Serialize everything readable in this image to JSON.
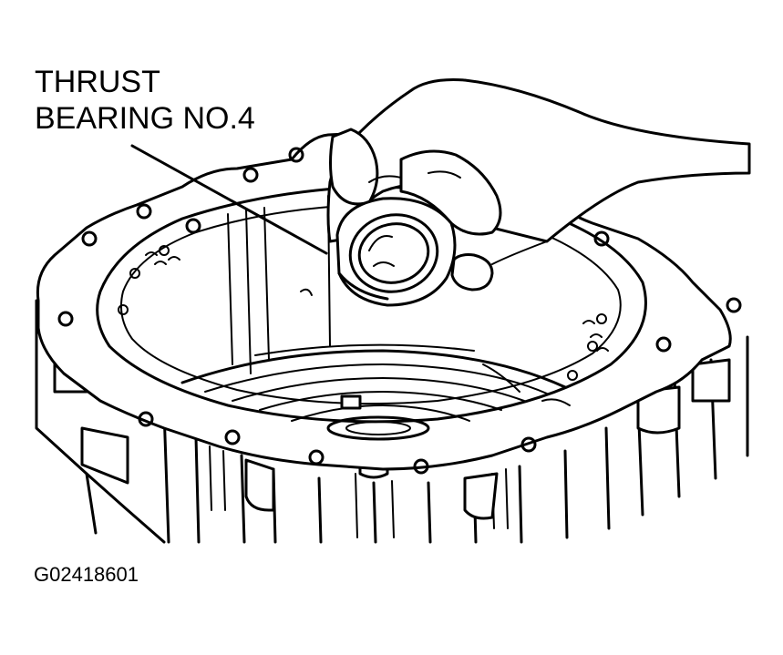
{
  "callout": {
    "line1": "THRUST",
    "line2": "BEARING NO.4"
  },
  "figure_id": "G02418601",
  "colors": {
    "ink": "#000000",
    "paper": "#ffffff"
  }
}
